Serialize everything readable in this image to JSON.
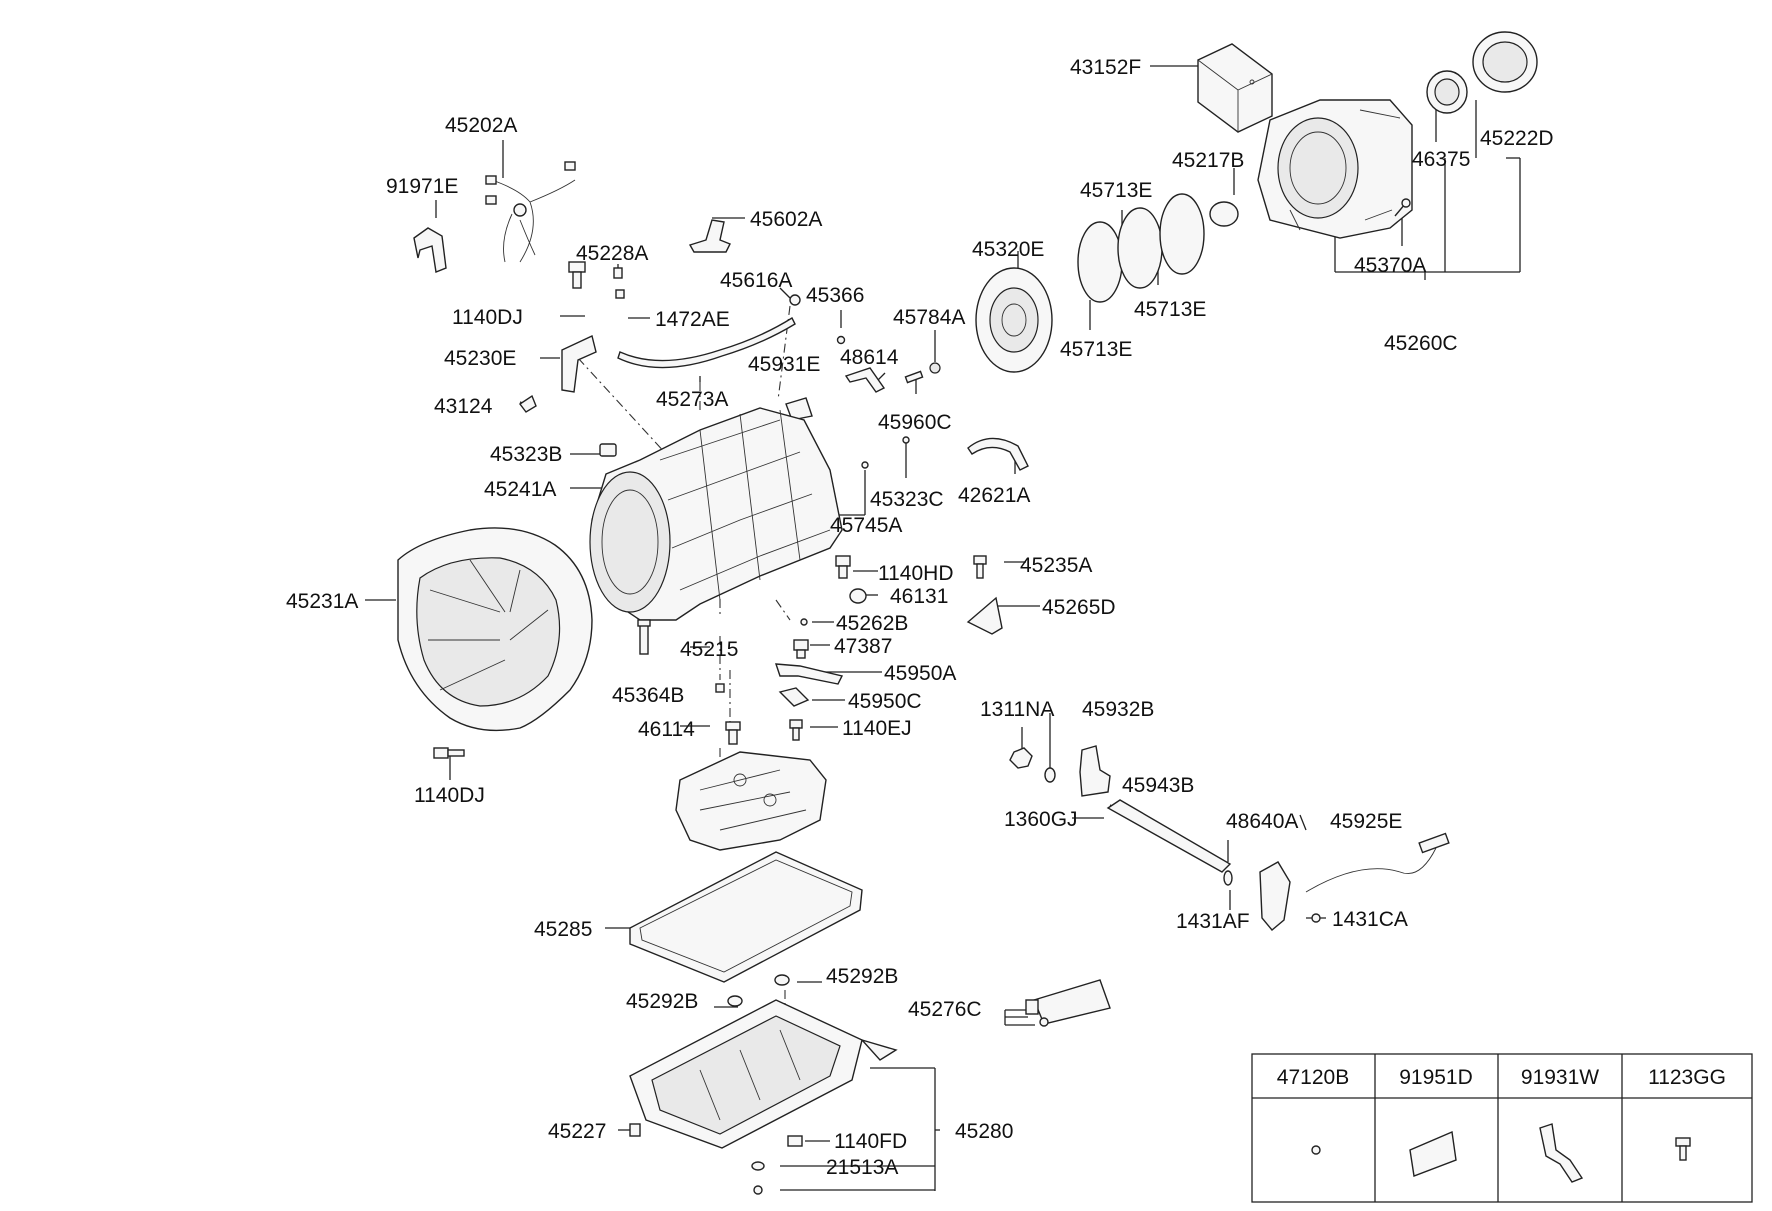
{
  "labels": {
    "p43152F": "43152F",
    "p45222D": "45222D",
    "p46375": "46375",
    "p45217B": "45217B",
    "p45713E_a": "45713E",
    "p45713E_b": "45713E",
    "p45713E_c": "45713E",
    "p45320E": "45320E",
    "p45370A": "45370A",
    "p45260C": "45260C",
    "p45202A": "45202A",
    "p91971E": "91971E",
    "p45602A": "45602A",
    "p45228A": "45228A",
    "p1472AE": "1472AE",
    "p45616A": "45616A",
    "p45366": "45366",
    "p45784A": "45784A",
    "p1140DJ_a": "1140DJ",
    "p45230E": "45230E",
    "p45273A": "45273A",
    "p45931E": "45931E",
    "p48614": "48614",
    "p43124": "43124",
    "p45960C": "45960C",
    "p45323B": "45323B",
    "p45241A": "45241A",
    "p45323C": "45323C",
    "p42621A": "42621A",
    "p45745A": "45745A",
    "p1140HD": "1140HD",
    "p45235A": "45235A",
    "p45231A": "45231A",
    "p46131": "46131",
    "p45265D": "45265D",
    "p45262B": "45262B",
    "p45215": "45215",
    "p47387": "47387",
    "p45950A": "45950A",
    "p45364B": "45364B",
    "p45950C": "45950C",
    "p1311NA": "1311NA",
    "p45932B": "45932B",
    "p46114": "46114",
    "p1140EJ": "1140EJ",
    "p1140DJ_b": "1140DJ",
    "p45943B": "45943B",
    "p1360GJ": "1360GJ",
    "p48640A": "48640A",
    "p45925E": "45925E",
    "p1431AF": "1431AF",
    "p1431CA": "1431CA",
    "p45285": "45285",
    "p45292B_a": "45292B",
    "p45292B_b": "45292B",
    "p45276C": "45276C",
    "p45227": "45227",
    "p45280": "45280",
    "p1140FD": "1140FD",
    "p21513A": "21513A"
  },
  "legend_table": {
    "headers": [
      "47120B",
      "91951D",
      "91931W",
      "1123GG"
    ]
  },
  "colors": {
    "ink": "#222222",
    "background": "#ffffff"
  }
}
